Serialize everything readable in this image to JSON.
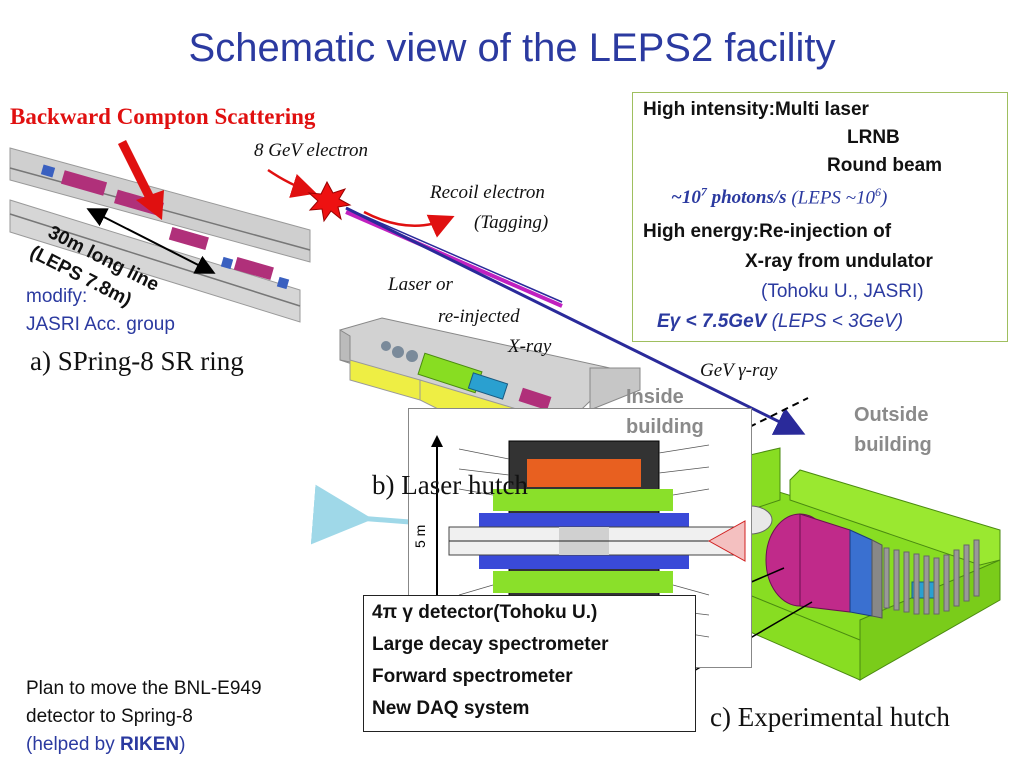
{
  "title": "Schematic view of the LEPS2 facility",
  "labels": {
    "backward_compton": "Backward Compton Scattering",
    "electron_8gev": "8 GeV electron",
    "recoil_electron": "Recoil electron",
    "tagging": "(Tagging)",
    "laser_or": "Laser or",
    "reinjected": "re-injected",
    "xray": "X-ray",
    "gev_gamma": "GeV γ-ray",
    "long_line": "30m long line",
    "leps_78m": "(LEPS 7.8m)",
    "modify": "modify:",
    "jasri_group": "JASRI Acc. group",
    "spring8_ring": "a) SPring-8 SR ring",
    "laser_hutch": "b) Laser hutch",
    "experimental_hutch": "c) Experimental hutch",
    "inside": "Inside",
    "building_in": "building",
    "outside": "Outside",
    "building_out": "building",
    "five_m": "5 m"
  },
  "info_box": {
    "line1": "High intensity:Multi laser",
    "line2": "LRNB",
    "line3": "Round beam",
    "line4a": "~10",
    "line4exp": "7",
    "line4b": " photons/s",
    "line4c": "(LEPS ~10",
    "line4exp2": "6",
    "line4d": ")",
    "line5": "High energy:Re-injection of",
    "line6": "X-ray from undulator",
    "line7": "(Tohoku U., JASRI)",
    "line8a": "Eγ < 7.5GeV",
    "line8b": " (LEPS < 3GeV)"
  },
  "detector_box": {
    "line1": "4π γ detector(Tohoku U.)",
    "line2": "Large decay spectrometer",
    "line3": "Forward spectrometer",
    "line4": "New DAQ system"
  },
  "plan_text": {
    "line1": "Plan to move the BNL-E949",
    "line2": "detector to Spring-8",
    "line3a": "(helped by ",
    "line3b": "RIKEN",
    "line3c": ")"
  },
  "colors": {
    "title_blue": "#2b3aa0",
    "red": "#e01010",
    "beam_blue": "#2a2a9a",
    "laser_magenta": "#c020c0",
    "hutch_green": "#88dd22",
    "hutch_yellow": "#eeee44",
    "box_border_green": "#9fbf5f"
  }
}
